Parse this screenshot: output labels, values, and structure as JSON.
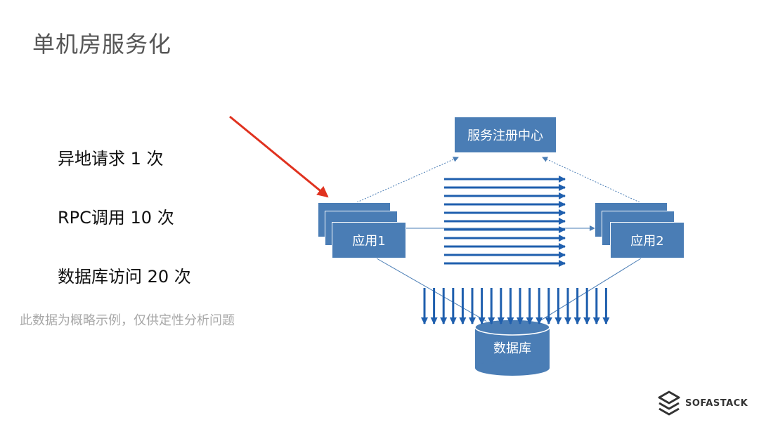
{
  "title": "单机房服务化",
  "stats": [
    {
      "label": "异地请求 1 次"
    },
    {
      "label": "RPC调用 10 次"
    },
    {
      "label": "数据库访问 20 次"
    }
  ],
  "note": "此数据为概略示例，仅供定性分析问题",
  "diagram": {
    "registry_label": "服务注册中心",
    "app1_label": "应用1",
    "app2_label": "应用2",
    "database_label": "数据库",
    "rpc_arrow_count": 11,
    "db_arrow_count": 20
  },
  "brand": {
    "name": "SOFASTACK",
    "logo_icon": "sofastack-logo-icon"
  },
  "colors": {
    "box": "#4a7db5",
    "arrow": "#1f5fae",
    "red_arrow": "#e0321f"
  }
}
